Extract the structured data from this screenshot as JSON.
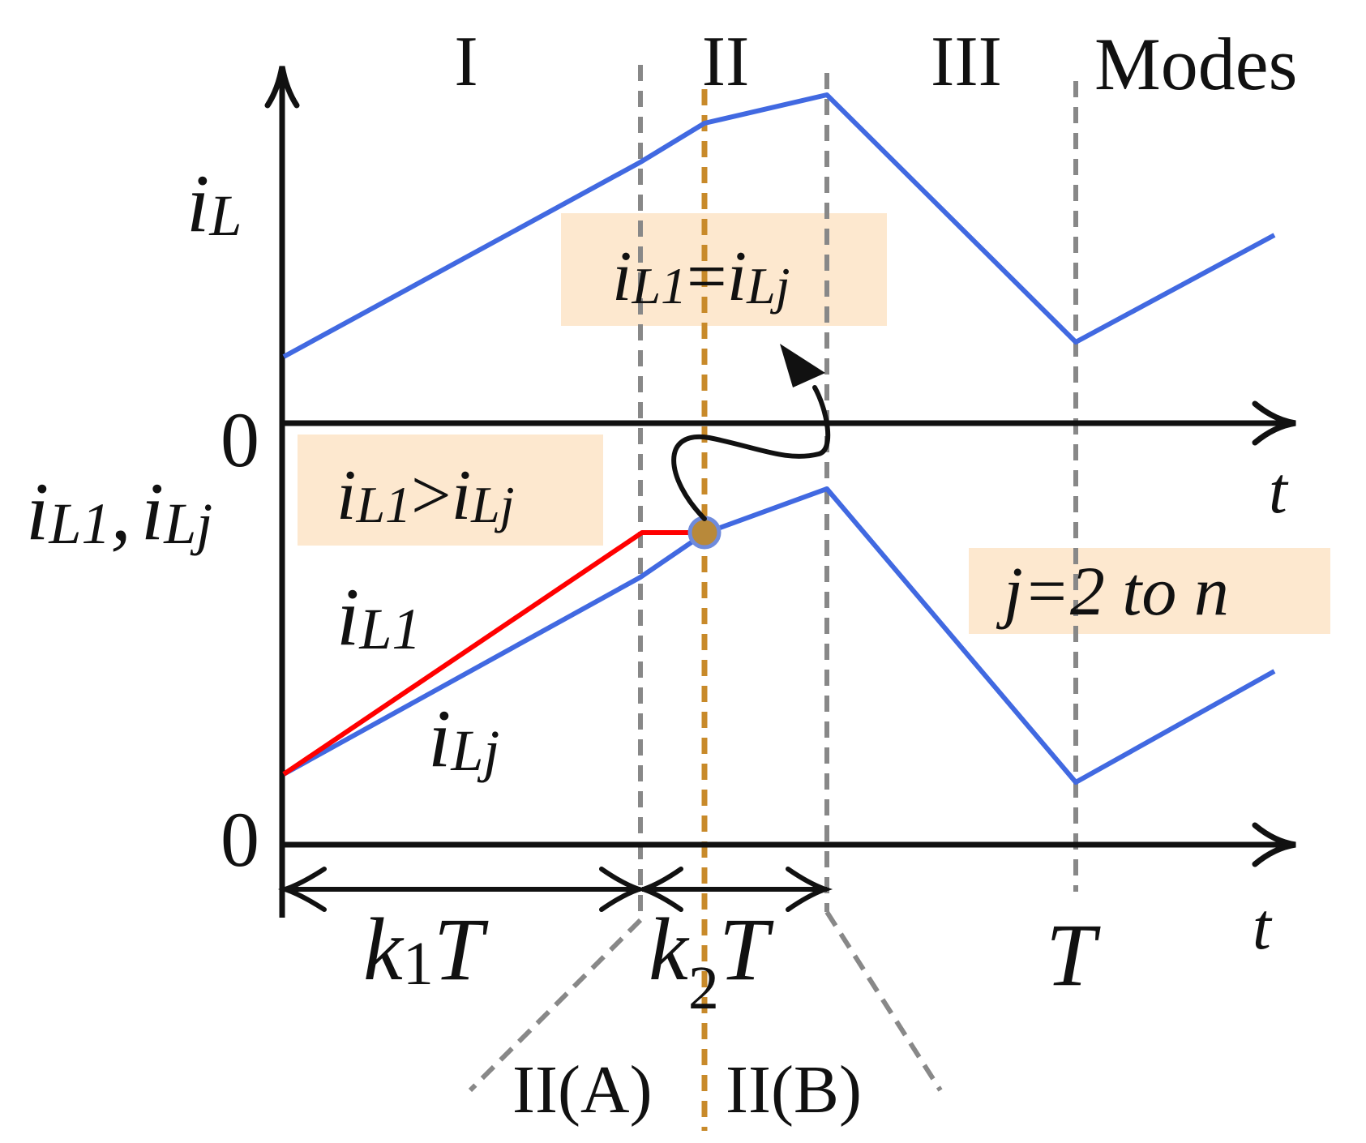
{
  "modes": {
    "mode_1": "I",
    "mode_2": "II",
    "mode_3": "III",
    "label": "Modes"
  },
  "top_panel": {
    "ylabel_main": "i",
    "ylabel_sub": "L",
    "zero": "0",
    "t_label": "t"
  },
  "bottom_panel": {
    "ylabel_i1": "i",
    "ylabel_sub1": "L1",
    "ylabel_sep": ",",
    "ylabel_i2": "i",
    "ylabel_sub2": "Lj",
    "zero": "0",
    "t_label": "t",
    "curve_l1_i": "i",
    "curve_l1_sub": "L1",
    "curve_lj_i": "i",
    "curve_lj_sub": "Lj"
  },
  "annotations": {
    "equal": {
      "a_i": "i",
      "a_sub": "L1",
      "op": "=",
      "b_i": "i",
      "b_sub": "Lj"
    },
    "greater": {
      "a_i": "i",
      "a_sub": "L1",
      "op": ">",
      "b_i": "i",
      "b_sub": "Lj"
    },
    "range": "j=2 to n"
  },
  "time_axis": {
    "k1_k": "k",
    "k1_sub": "1",
    "k1_T": "T",
    "k2_k": "k",
    "k2_sub": "2",
    "k2_T": "T",
    "T": "T",
    "sub_mode_a": "II(A)",
    "sub_mode_b": "II(B)"
  },
  "colors": {
    "blue_curve": "#4169e1",
    "red_curve": "#ff0000",
    "guide_gray": "#888888",
    "guide_orange": "#c88a2a",
    "annotation_bg": "#fde8cf",
    "marker_fill": "#b8893a"
  }
}
